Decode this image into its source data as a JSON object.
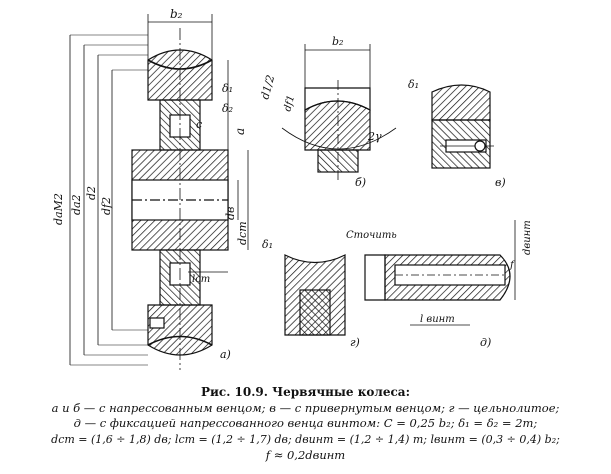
{
  "figure": {
    "title": "Рис. 10.9. Червячные колеса:",
    "line1": "а и б — с напрессованным венцом; в — с привернутым венцом; г — цельнолитое;",
    "line2": "д — с фиксацией напрессованного венца винтом: C = 0,25 b₂; δ₁ = δ₂ = 2m;",
    "line3": "dст = (1,6 ÷ 1,8) dв;  lст = (1,2 ÷ 1,7) dв;  dвинт = (1,2 ÷ 1,4) m;  lвинт = (0,3 ÷ 0,4) b₂;",
    "line4": "f ≈ 0,2dвинт"
  },
  "labels": {
    "b2": "b₂",
    "b2_small": "b₂",
    "dam2": "dаМ2",
    "da2": "da2",
    "d2": "d2",
    "df2": "df2",
    "dv": "dв",
    "dst": "dст",
    "lst": "lст",
    "a_dim": "a",
    "delta1": "δ₁",
    "delta2": "δ₂",
    "c": "c",
    "d1_2": "d1/2",
    "df1": "df1",
    "two_gamma": "2γ",
    "delta1_v": "δ₁",
    "delta1_g": "δ₁",
    "stupit": "Сточить",
    "dvint": "dвинт",
    "lvint": "l винт",
    "f": "f",
    "sub_a": "а)",
    "sub_b": "б)",
    "sub_v": "в)",
    "sub_g": "г)",
    "sub_d": "д)"
  }
}
